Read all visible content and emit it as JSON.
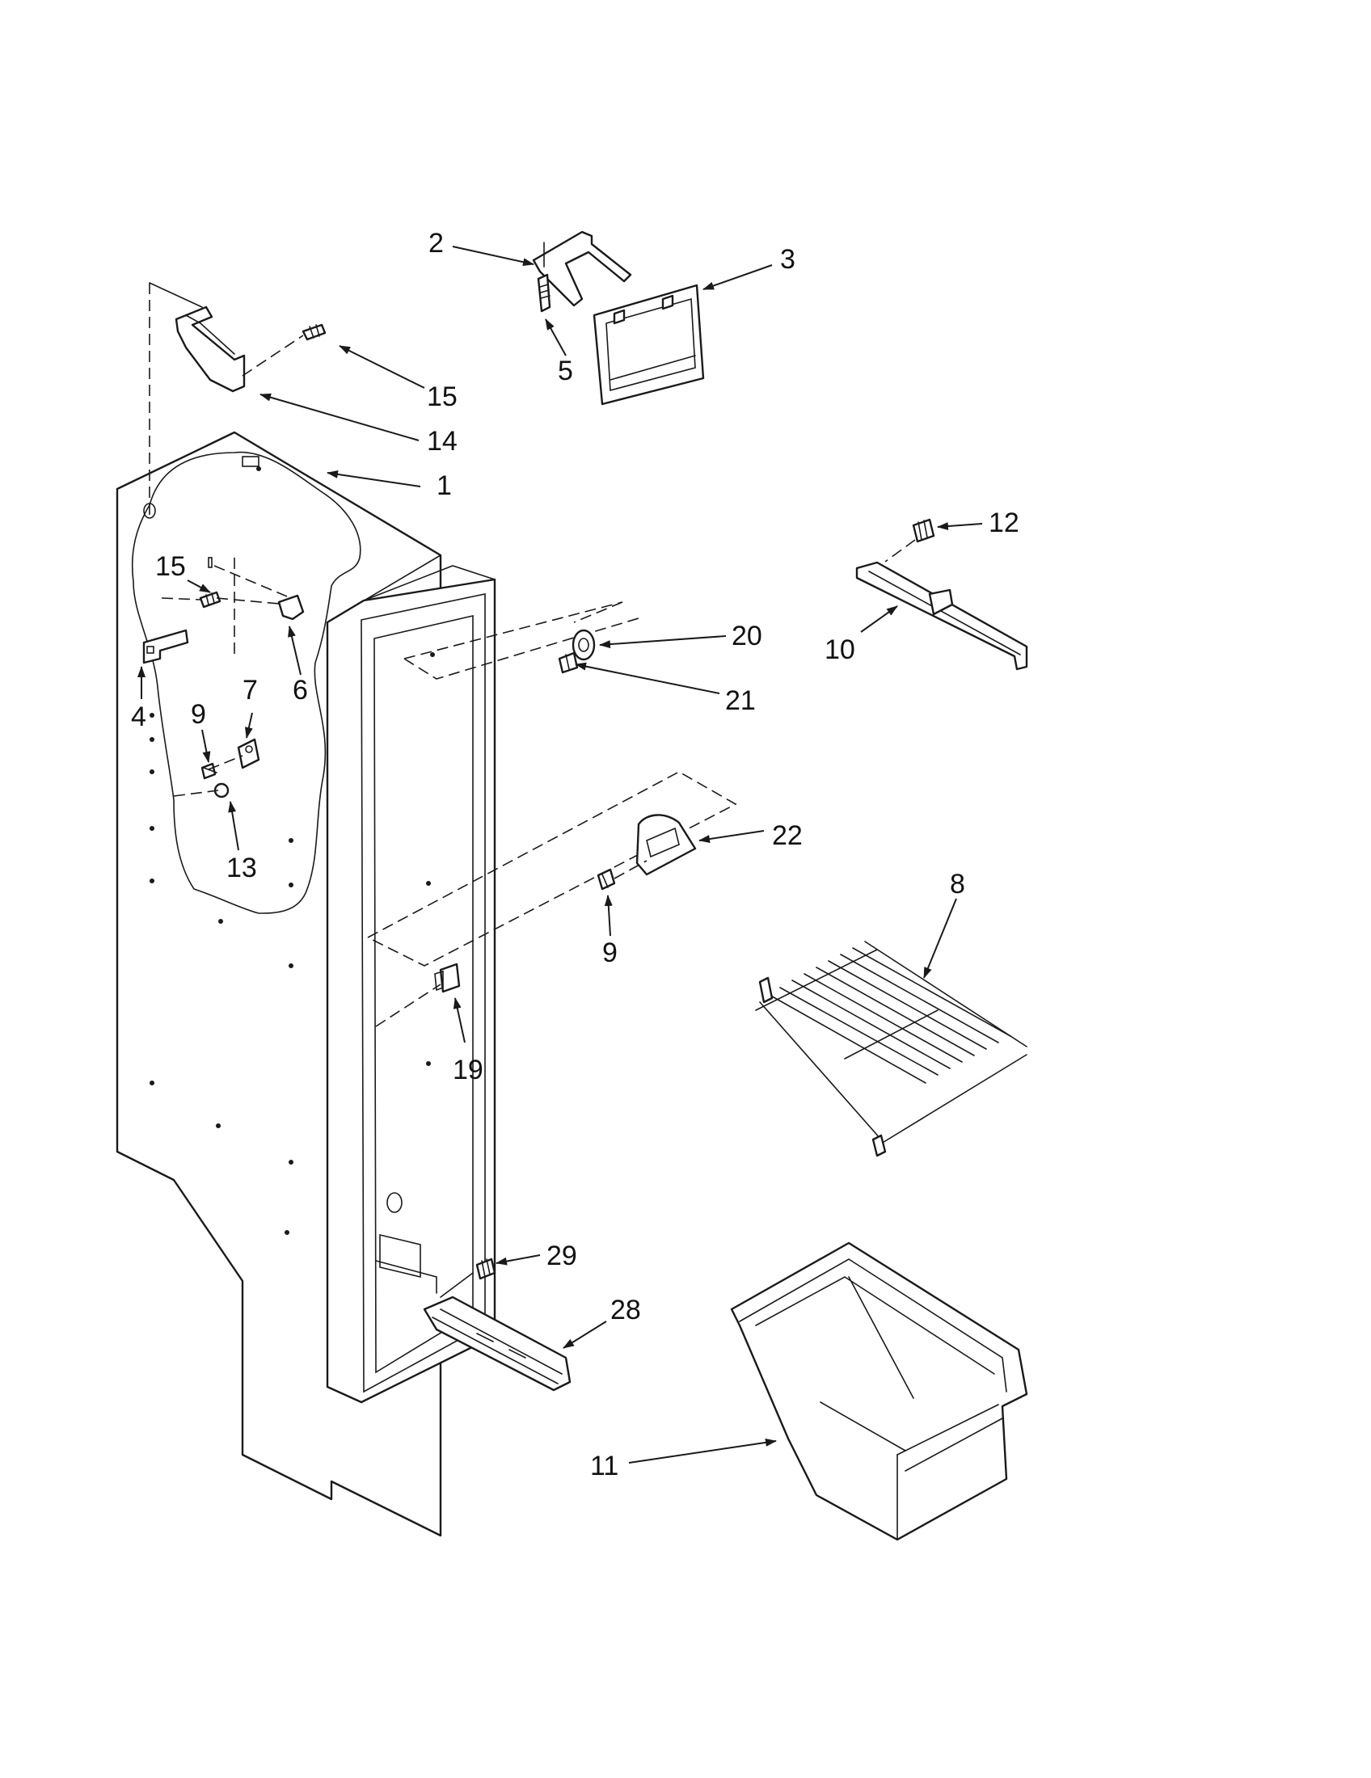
{
  "callouts": [
    {
      "id": "c1",
      "label": "1"
    },
    {
      "id": "c2",
      "label": "2"
    },
    {
      "id": "c3",
      "label": "3"
    },
    {
      "id": "c4",
      "label": "4"
    },
    {
      "id": "c5",
      "label": "5"
    },
    {
      "id": "c6",
      "label": "6"
    },
    {
      "id": "c7",
      "label": "7"
    },
    {
      "id": "c8",
      "label": "8"
    },
    {
      "id": "c9a",
      "label": "9"
    },
    {
      "id": "c9b",
      "label": "9"
    },
    {
      "id": "c10",
      "label": "10"
    },
    {
      "id": "c11",
      "label": "11"
    },
    {
      "id": "c12",
      "label": "12"
    },
    {
      "id": "c13",
      "label": "13"
    },
    {
      "id": "c14",
      "label": "14"
    },
    {
      "id": "c15a",
      "label": "15"
    },
    {
      "id": "c15b",
      "label": "15"
    },
    {
      "id": "c19",
      "label": "19"
    },
    {
      "id": "c20",
      "label": "20"
    },
    {
      "id": "c21",
      "label": "21"
    },
    {
      "id": "c22",
      "label": "22"
    },
    {
      "id": "c28",
      "label": "28"
    },
    {
      "id": "c29",
      "label": "29"
    }
  ]
}
